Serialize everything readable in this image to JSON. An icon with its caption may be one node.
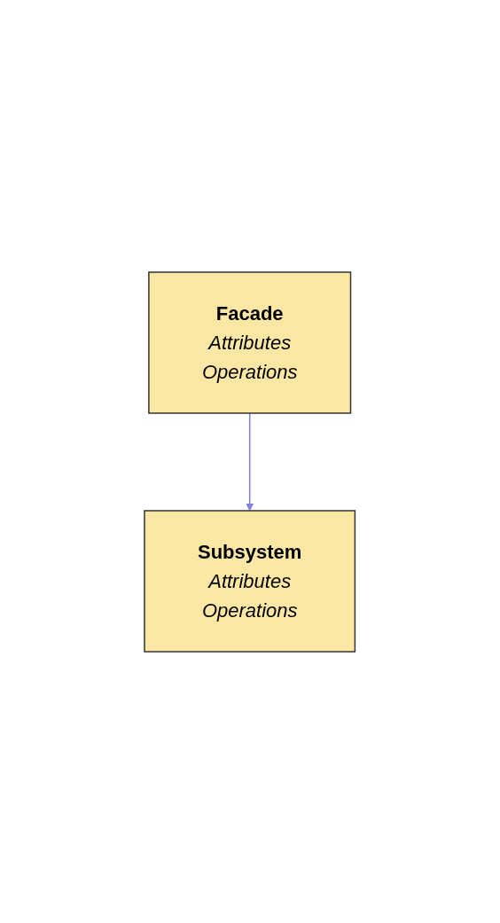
{
  "diagram": {
    "nodes": [
      {
        "text": [
          "Subsystem",
          "Attributes",
          "Operations"
        ]
      },
      {
        "text": [
          "Facade",
          "Attributes",
          "Operations"
        ]
      }
    ],
    "edges": [
      {
        "from": 1,
        "to": 0,
        "arrow": "to",
        "color": "#7f7fe6"
      }
    ]
  }
}
